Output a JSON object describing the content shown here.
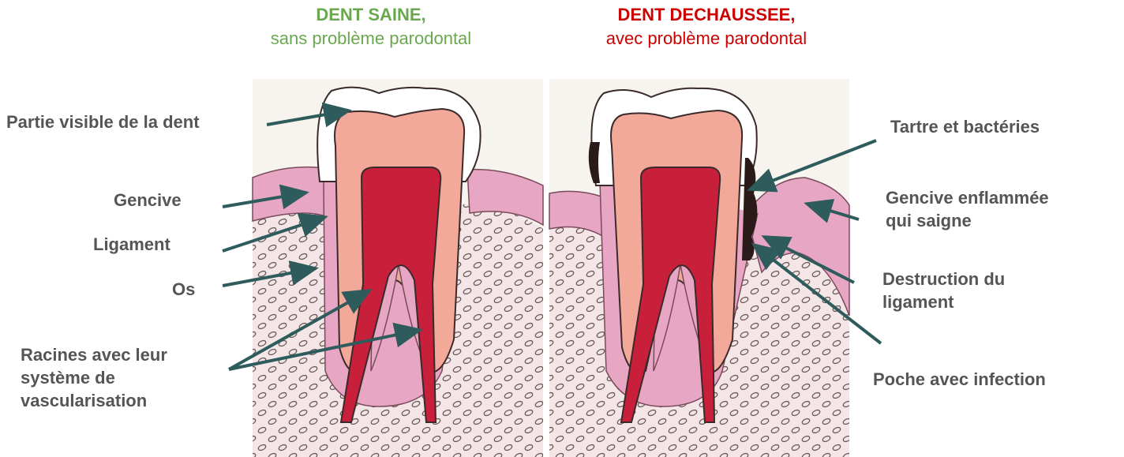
{
  "headers": {
    "left": {
      "title": "DENT SAINE,",
      "subtitle": "sans problème parodontal",
      "color": "#6aa84f"
    },
    "right": {
      "title": "DENT DECHAUSSEE,",
      "subtitle": "avec problème parodontal",
      "color": "#cc0000"
    }
  },
  "labels_left": {
    "visible_part": "Partie visible de la dent",
    "gum": "Gencive",
    "ligament": "Ligament",
    "bone": "Os",
    "roots_line1": "Racines avec leur",
    "roots_line2": "système de",
    "roots_line3": "vascularisation"
  },
  "labels_right": {
    "tartar": "Tartre et bactéries",
    "inflamed_line1": "Gencive enflammée",
    "inflamed_line2": "qui saigne",
    "destruction_line1": "Destruction du",
    "destruction_line2": "ligament",
    "pocket": "Poche avec infection"
  },
  "colors": {
    "label_text": "#555555",
    "arrow": "#2e5b5b",
    "background_panel": "#f7f3ee",
    "bone": "#f4e6e6",
    "gum": "#e7a6c4",
    "dentin": "#f2a99a",
    "pulp": "#c8203a",
    "enamel": "#ffffff",
    "tartar": "#2a1a1a"
  }
}
